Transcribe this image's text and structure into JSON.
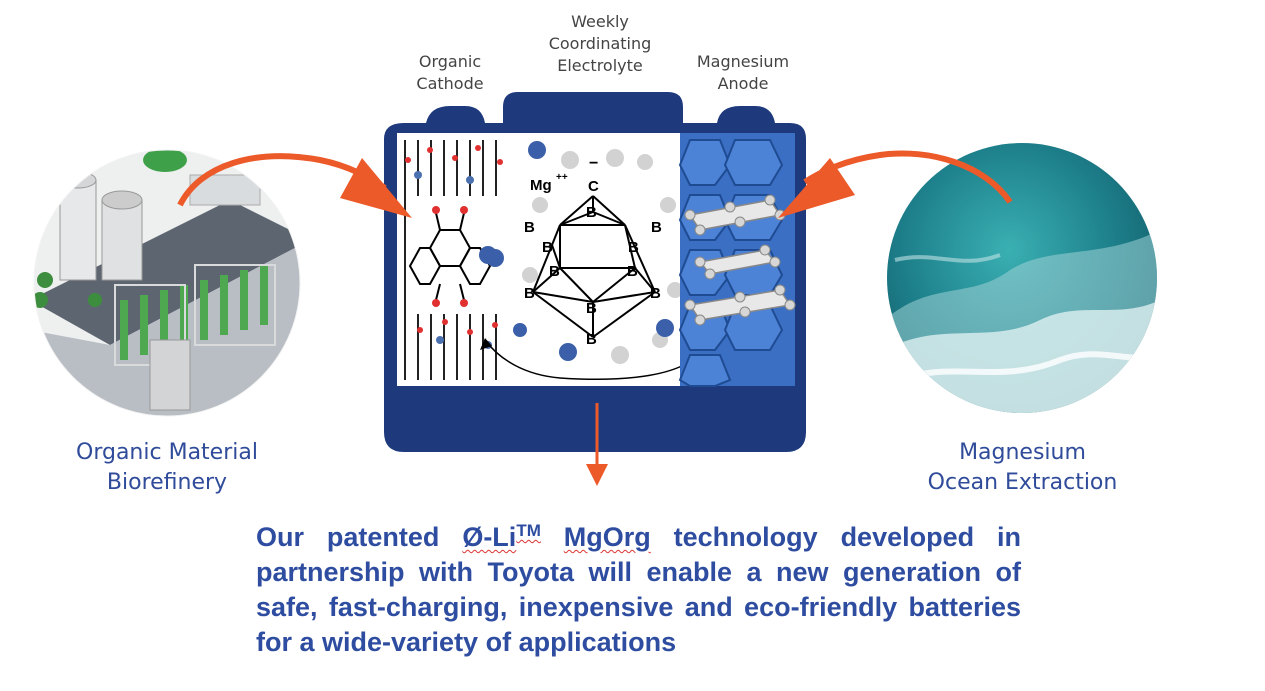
{
  "labels": {
    "cathode": "Organic\nCathode",
    "electrolyte": "Weekly\nCoordinating\nElectrolyte",
    "anode": "Magnesium\nAnode",
    "left": "Organic Material\nBiorefinery",
    "right": "Magnesium\nOcean Extraction"
  },
  "chemistry": {
    "mg": "Mg",
    "charge_plus": "++",
    "carbon": "C",
    "boron": "B",
    "minus": "−"
  },
  "caption": {
    "part1": "Our patented ",
    "brand": "Ø-Li",
    "tm": "TM",
    "brand2": "MgOrg",
    "part2": " technology developed in partnership with Toyota will enable a new generation of safe, fast-charging, inexpensive and eco-friendly batteries for a wide-variety of applications"
  },
  "colors": {
    "battery_frame": "#1e3a7d",
    "arrow": "#ec5a2a",
    "text_blue": "#2e4da0",
    "anode_blue": "#3a6fc4",
    "ocean": "#1f8f97"
  }
}
